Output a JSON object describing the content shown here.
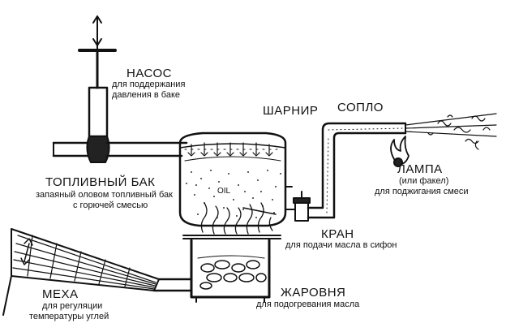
{
  "pump": {
    "title": "НАСОС",
    "desc_line1": "для поддержания",
    "desc_line2": "давления в баке"
  },
  "hinge": {
    "title": "ШАРНИР"
  },
  "nozzle": {
    "title": "СОПЛО"
  },
  "lamp": {
    "title": "ЛАМПА",
    "desc_line1": "(или факел)",
    "desc_line2": "для поджигания смеси"
  },
  "tank": {
    "title": "ТОПЛИВНЫЙ БАК",
    "desc_line1": "запаяный оловом топливный бак",
    "desc_line2": "с горючей смесью",
    "inner_label": "OIL"
  },
  "valve": {
    "title": "КРАН",
    "desc_line1": "для подачи масла в сифон"
  },
  "bellows": {
    "title": "МЕХА",
    "desc_line1": "для регуляции",
    "desc_line2": "температуры углей"
  },
  "brazier": {
    "title": "ЖАРОВНЯ",
    "desc_line1": "для подогревания масла"
  },
  "colors": {
    "ink": "#111111",
    "background": "#ffffff"
  }
}
